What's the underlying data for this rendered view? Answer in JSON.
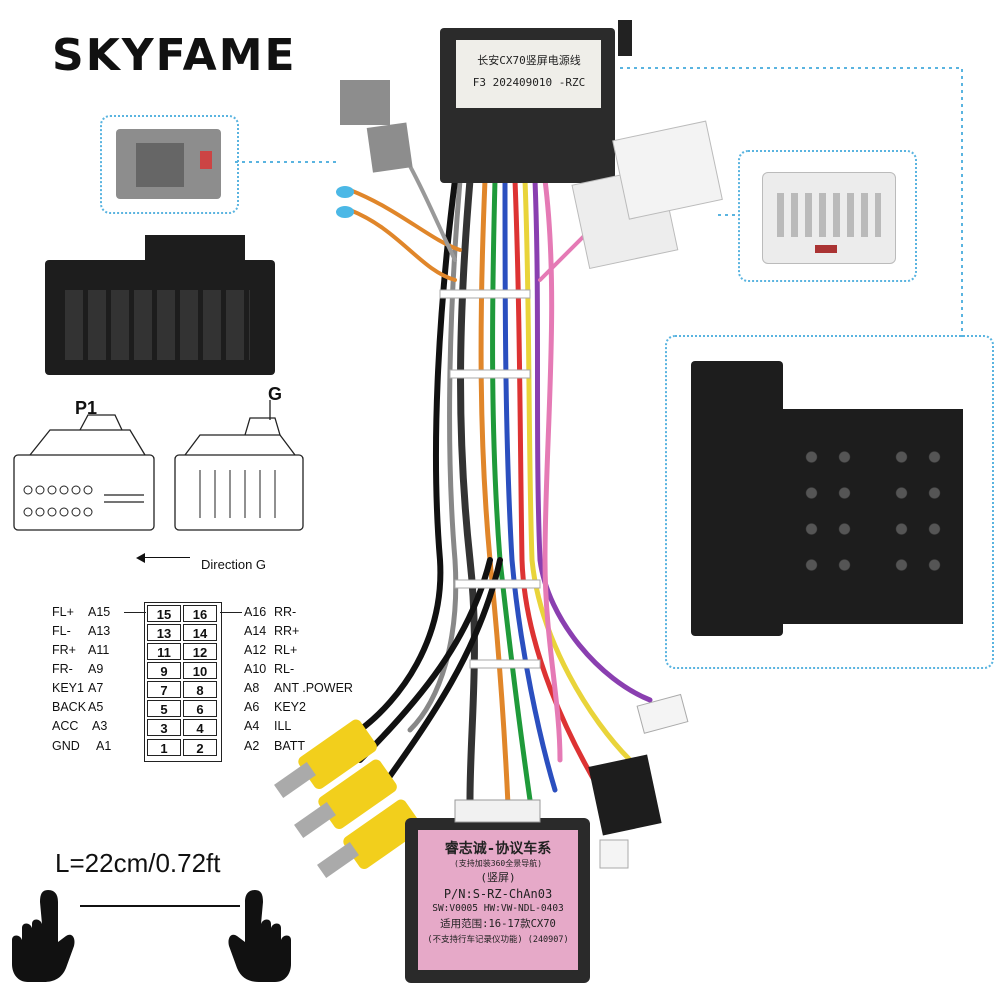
{
  "brand": "SKYFAME",
  "length_label": "L=22cm/0.72ft",
  "direction_label": "Direction G",
  "connector_labels": {
    "p1": "P1",
    "g": "G"
  },
  "top_connector_label": {
    "line1": "长安CX70竖屏电源线",
    "line2": "F3 202409010 -RZC"
  },
  "pinout": {
    "left": [
      {
        "name": "FL+",
        "pin": "A15",
        "num": "15"
      },
      {
        "name": "FL-",
        "pin": "A13",
        "num": "13"
      },
      {
        "name": "FR+",
        "pin": "A11",
        "num": "11"
      },
      {
        "name": "FR-",
        "pin": "A9",
        "num": "9"
      },
      {
        "name": "KEY1",
        "pin": "A7",
        "num": "7"
      },
      {
        "name": "BACK",
        "pin": "A5",
        "num": "5"
      },
      {
        "name": "ACC",
        "pin": "A3",
        "num": "3"
      },
      {
        "name": "GND",
        "pin": "A1",
        "num": "1"
      }
    ],
    "right": [
      {
        "name": "RR-",
        "pin": "A16",
        "num": "16"
      },
      {
        "name": "RR+",
        "pin": "A14",
        "num": "14"
      },
      {
        "name": "RL+",
        "pin": "A12",
        "num": "12"
      },
      {
        "name": "RL-",
        "pin": "A10",
        "num": "10"
      },
      {
        "name": "ANT .POWER",
        "pin": "A8",
        "num": "8"
      },
      {
        "name": "KEY2",
        "pin": "A6",
        "num": "6"
      },
      {
        "name": "ILL",
        "pin": "A4",
        "num": "4"
      },
      {
        "name": "BATT",
        "pin": "A2",
        "num": "2"
      }
    ]
  },
  "module_label": {
    "title": "睿志诚-协议车系",
    "subtitle": "(支持加装360全景导航)",
    "mode": "(竖屏)",
    "pn": "P/N:S-RZ-ChAn03",
    "sw_hw": "SW:V0005 HW:VW-NDL-0403",
    "range": "适用范围:16-17款CX70",
    "note": "(不支持行车记录仪功能)",
    "code": "(240907)"
  },
  "colors": {
    "callout": "#5ab4e0",
    "module_sticker": "#e6a9c8",
    "rca": "#f2cf1c",
    "connector_black": "#1d1d1d"
  }
}
